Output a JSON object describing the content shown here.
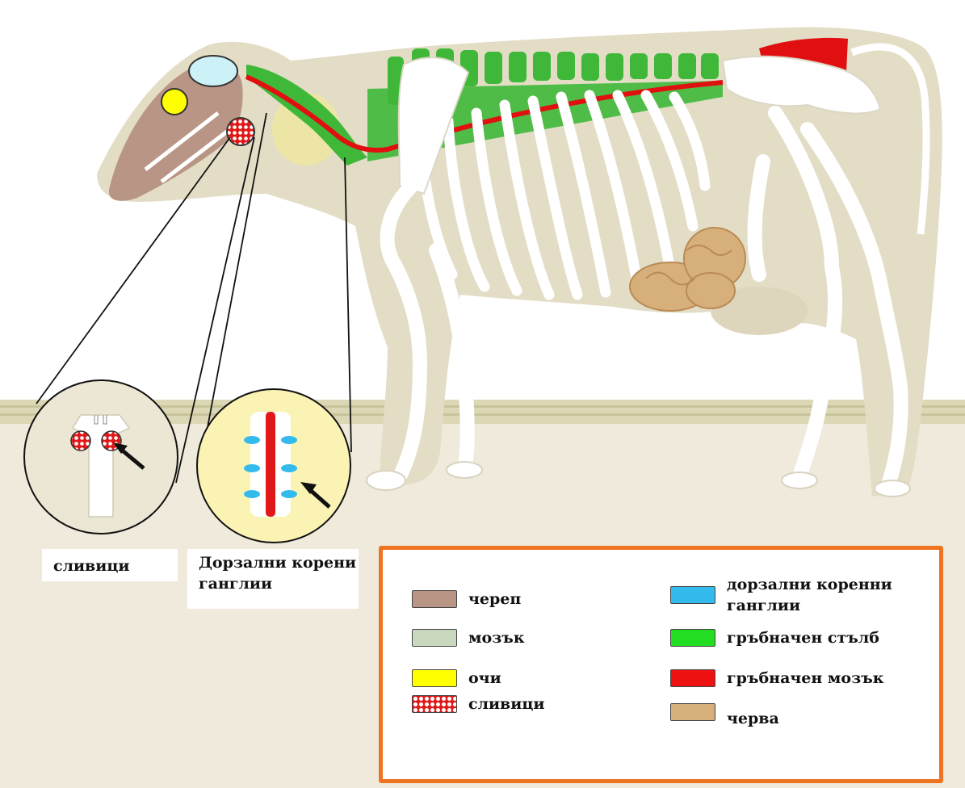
{
  "callouts": {
    "tonsils_label": "сливици",
    "drg_label": "Дорзални корени ганглии"
  },
  "legend": {
    "items": [
      {
        "key": "skull",
        "label": "череп",
        "color": "#b89585"
      },
      {
        "key": "brain",
        "label": "мозък",
        "color": "#c9d9bd"
      },
      {
        "key": "eyes",
        "label": "очи",
        "color": "#ffff00"
      },
      {
        "key": "tonsils",
        "label": "сливици",
        "color": "#e01818",
        "pattern": "dots"
      },
      {
        "key": "drg",
        "label": "дорзални коренни ганглии",
        "color": "#33bbee"
      },
      {
        "key": "spine",
        "label": "гръбначен стълб",
        "color": "#22dd22"
      },
      {
        "key": "spinal_cord",
        "label": "гръбначен мозък",
        "color": "#ee1111"
      },
      {
        "key": "intestines",
        "label": "черва",
        "color": "#d7af7b"
      }
    ]
  },
  "colors": {
    "background_wall": "#efeadb",
    "background_floor_line": "#d7d3b0",
    "cow_body": "#e2dcc4",
    "bone": "#ffffff",
    "legend_border": "#ee7422",
    "zoom_circle_fill_left": "#ece6d4",
    "zoom_circle_fill_right": "#fbf3b4"
  }
}
